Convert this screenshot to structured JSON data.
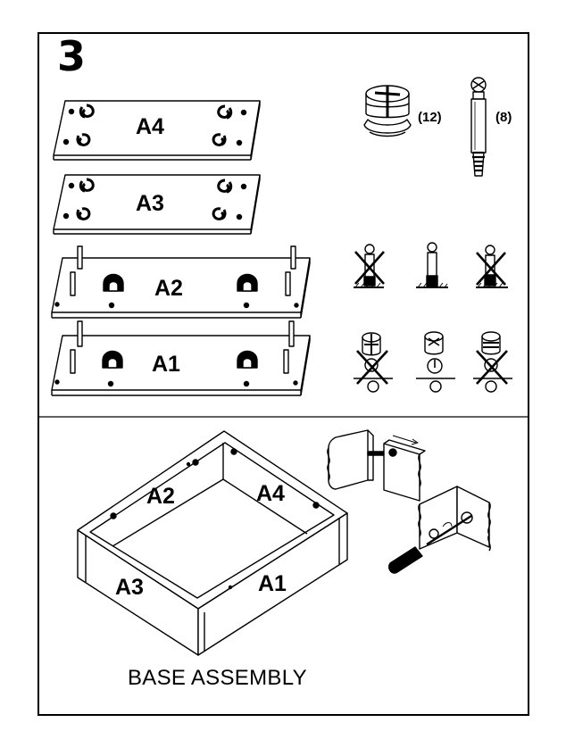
{
  "step_number": "3",
  "panels": {
    "a4": "A4",
    "a3": "A3",
    "a2": "A2",
    "a1": "A1"
  },
  "hardware": {
    "cam_lock_qty": "(12)",
    "dowel_qty": "(8)"
  },
  "assembled": {
    "a2": "A2",
    "a4": "A4",
    "a3": "A3",
    "a1": "A1"
  },
  "caption": "BASE ASSEMBLY"
}
